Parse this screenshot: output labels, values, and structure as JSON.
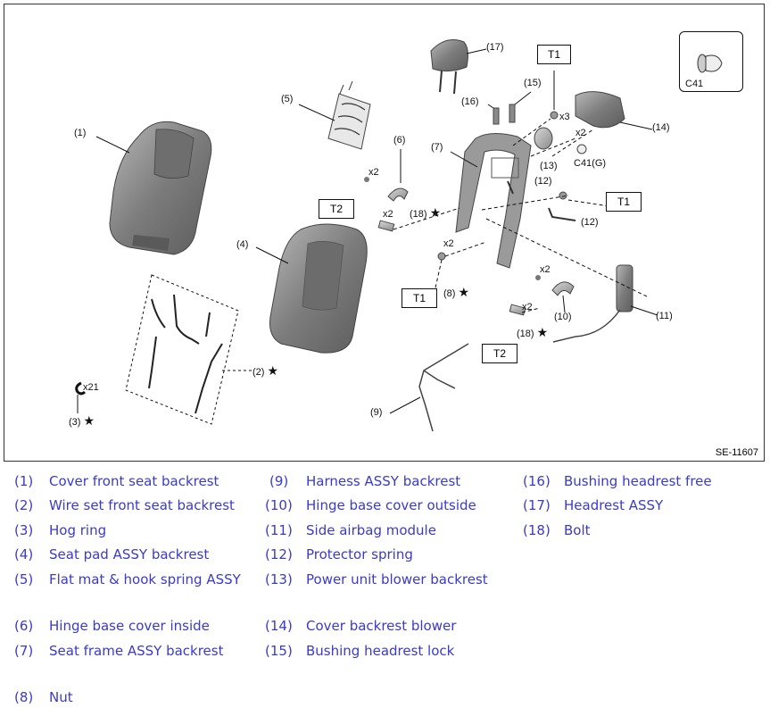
{
  "diagram": {
    "figure_id": "SE-11607",
    "callouts": {
      "c1": "(1)",
      "c2": "(2)",
      "c3": "(3)",
      "c4": "(4)",
      "c5": "(5)",
      "c6": "(6)",
      "c7": "(7)",
      "c8": "(8)",
      "c9": "(9)",
      "c10": "(10)",
      "c11": "(11)",
      "c12a": "(12)",
      "c12b": "(12)",
      "c13": "(13)",
      "c14": "(14)",
      "c15": "(15)",
      "c16": "(16)",
      "c17": "(17)",
      "c18a": "(18)",
      "c18b": "(18)"
    },
    "quantities": {
      "x21": "x21",
      "x3": "x3",
      "x2_hinge_in": "x2",
      "x2_bolt_t2a": "x2",
      "x2_nut": "x2",
      "x2_hinge_out": "x2",
      "x2_bolt_t2b": "x2",
      "x2_clip": "x2"
    },
    "torque_boxes": {
      "t1a": "T1",
      "t1b": "T1",
      "t1c": "T1",
      "t2a": "T2",
      "t2b": "T2"
    },
    "clip_labels": {
      "c41": "C41",
      "c41g": "C41(G)"
    },
    "star": "★"
  },
  "legend": {
    "col1": [
      {
        "num": "(1)",
        "name": "Cover front seat backrest"
      },
      {
        "num": "(2)",
        "name": "Wire set front seat backrest"
      },
      {
        "num": "(3)",
        "name": "Hog ring"
      },
      {
        "num": "(4)",
        "name": "Seat pad ASSY backrest"
      },
      {
        "num": "(5)",
        "name": "Flat mat & hook spring ASSY"
      },
      {
        "num": "(6)",
        "name": "Hinge base cover inside"
      },
      {
        "num": "(7)",
        "name": "Seat frame ASSY backrest"
      },
      {
        "num": "(8)",
        "name": "Nut"
      }
    ],
    "col2": [
      {
        "num": "(9)",
        "name": "Harness ASSY backrest"
      },
      {
        "num": "(10)",
        "name": "Hinge base cover outside"
      },
      {
        "num": "(11)",
        "name": "Side airbag module"
      },
      {
        "num": "(12)",
        "name": "Protector spring"
      },
      {
        "num": "(13)",
        "name": "Power unit blower backrest"
      },
      {
        "num": "(14)",
        "name": "Cover backrest blower"
      },
      {
        "num": "(15)",
        "name": "Bushing headrest lock"
      }
    ],
    "col3": [
      {
        "num": "(16)",
        "name": "Bushing headrest free"
      },
      {
        "num": "(17)",
        "name": "Headrest ASSY"
      },
      {
        "num": "(18)",
        "name": "Bolt"
      }
    ]
  },
  "colors": {
    "legend_text": "#3a3acb",
    "part_fill": "#8a8a8a",
    "part_dark": "#5e5e5e"
  }
}
